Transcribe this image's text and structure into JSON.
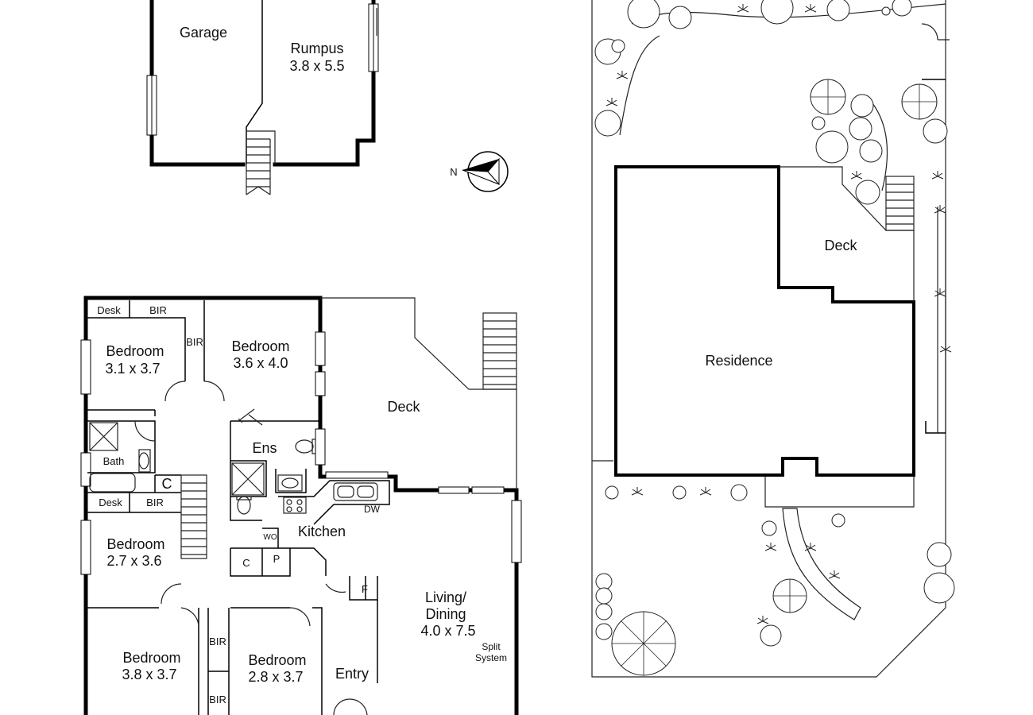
{
  "upper_level": {
    "garage": "Garage",
    "rumpus": "Rumpus",
    "rumpus_size": "3.8 x 5.5"
  },
  "compass": {
    "label": "N"
  },
  "ground_floor": {
    "desk_top": "Desk",
    "bir_top": "BIR",
    "bir_hall": "BIR",
    "bedroom_a": "Bedroom",
    "bedroom_a_size": "3.1 x 3.7",
    "bedroom_b": "Bedroom",
    "bedroom_b_size": "3.6 x 4.0",
    "deck": "Deck",
    "ensuite": "Ens",
    "bath": "Bath",
    "cupboard_c1": "C",
    "desk_mid": "Desk",
    "bir_mid": "BIR",
    "kitchen": "Kitchen",
    "dishwasher": "DW",
    "wo": "WO",
    "cupboard_c2": "C",
    "pantry": "P",
    "bedroom_c": "Bedroom",
    "bedroom_c_size": "2.7 x 3.6",
    "fireplace": "F",
    "living": "Living/",
    "dining": "Dining",
    "living_size": "4.0 x 7.5",
    "split_1": "Split",
    "split_2": "System",
    "bedroom_d": "Bedroom",
    "bedroom_d_size": "3.8 x 3.7",
    "bir_low1": "BIR",
    "bir_low2": "BIR",
    "bedroom_e": "Bedroom",
    "bedroom_e_size": "2.8 x 3.7",
    "entry": "Entry"
  },
  "site_plan": {
    "deck": "Deck",
    "residence": "Residence"
  }
}
